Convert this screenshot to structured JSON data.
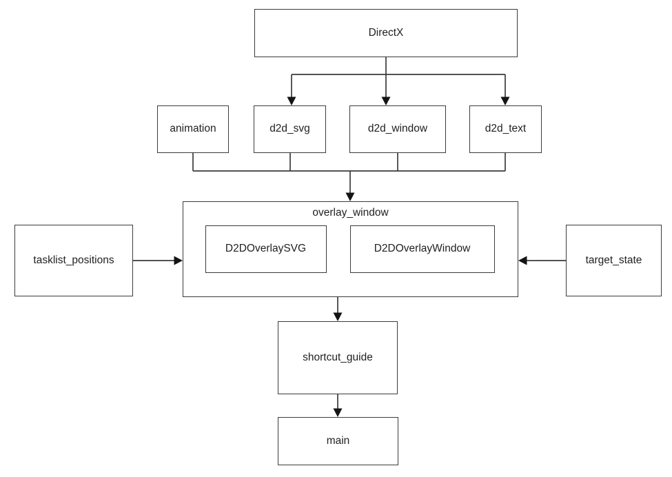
{
  "colors": {
    "background": "#ffffff",
    "line": "#3a3a3a",
    "arrow": "#141414",
    "text": "#212121"
  },
  "nodes": {
    "directx": {
      "label": "DirectX"
    },
    "animation": {
      "label": "animation"
    },
    "d2d_svg": {
      "label": "d2d_svg"
    },
    "d2d_window": {
      "label": "d2d_window"
    },
    "d2d_text": {
      "label": "d2d_text"
    },
    "overlay_window": {
      "label": "overlay_window"
    },
    "d2d_overlay_svg": {
      "label": "D2DOverlaySVG"
    },
    "d2d_overlay_window": {
      "label": "D2DOverlayWindow"
    },
    "tasklist_positions": {
      "label": "tasklist_positions"
    },
    "target_state": {
      "label": "target_state"
    },
    "shortcut_guide": {
      "label": "shortcut_guide"
    },
    "main": {
      "label": "main"
    }
  },
  "edges": [
    {
      "from": "DirectX",
      "to": "d2d_svg",
      "type": "arrow"
    },
    {
      "from": "DirectX",
      "to": "d2d_window",
      "type": "arrow"
    },
    {
      "from": "DirectX",
      "to": "d2d_text",
      "type": "arrow"
    },
    {
      "from": "animation",
      "to": "overlay_window",
      "type": "merged-arrow"
    },
    {
      "from": "d2d_svg",
      "to": "overlay_window",
      "type": "merged-arrow"
    },
    {
      "from": "d2d_window",
      "to": "overlay_window",
      "type": "merged-arrow"
    },
    {
      "from": "d2d_text",
      "to": "overlay_window",
      "type": "merged-arrow"
    },
    {
      "from": "tasklist_positions",
      "to": "overlay_window",
      "type": "arrow"
    },
    {
      "from": "target_state",
      "to": "overlay_window",
      "type": "arrow"
    },
    {
      "from": "overlay_window",
      "to": "shortcut_guide",
      "type": "arrow"
    },
    {
      "from": "shortcut_guide",
      "to": "main",
      "type": "arrow"
    }
  ]
}
